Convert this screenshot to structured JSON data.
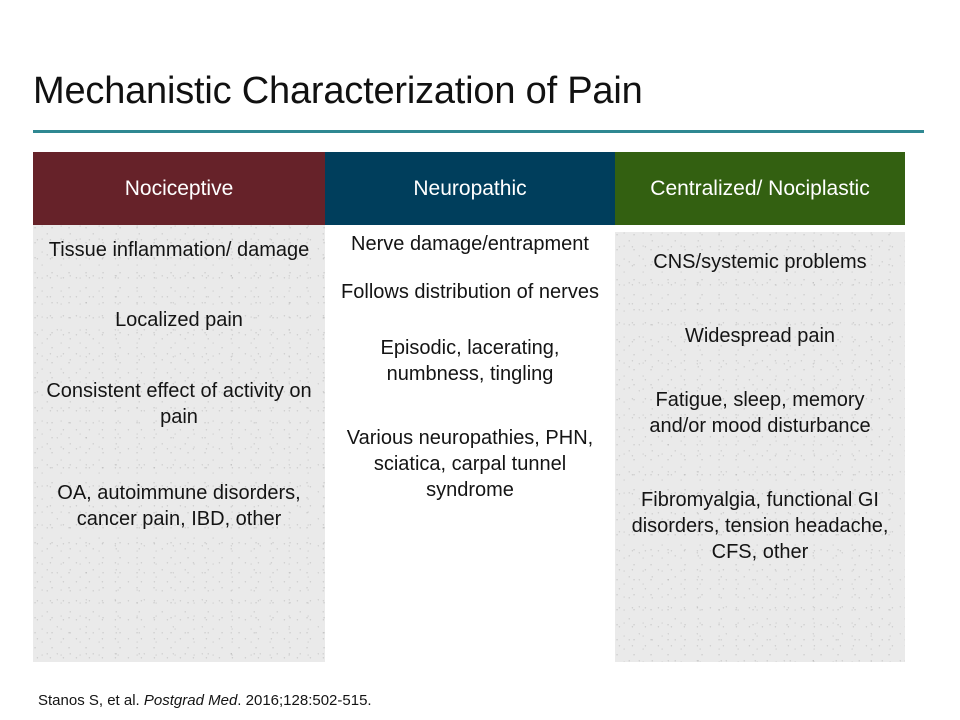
{
  "slide": {
    "title": "Mechanistic Characterization of Pain",
    "rule_color": "#2f8892",
    "background": "#ffffff"
  },
  "table": {
    "columns": [
      {
        "header": "Nociceptive",
        "header_color": "#662229",
        "body_color": "#eaeaea",
        "cells": [
          "Tissue inflammation/ damage",
          "Localized pain",
          "Consistent effect of activity on pain",
          "OA, autoimmune disorders, cancer pain, IBD, other"
        ]
      },
      {
        "header": "Neuropathic",
        "header_color": "#003e5c",
        "body_color": "#ffffff",
        "cells": [
          "Nerve damage/entrapment",
          "Follows distribution of nerves",
          "Episodic, lacerating, numbness, tingling",
          "Various neuropathies, PHN, sciatica, carpal tunnel syndrome"
        ]
      },
      {
        "header": "Centralized/ Nociplastic",
        "header_color": "#336011",
        "body_color": "#eaeaea",
        "cells": [
          "CNS/systemic problems",
          "Widespread pain",
          "Fatigue, sleep, memory and/or mood disturbance",
          "Fibromyalgia, functional GI disorders, tension headache, CFS, other"
        ]
      }
    ]
  },
  "citation": {
    "authors": "Stanos S, et al. ",
    "journal": "Postgrad Med",
    "rest": ". 2016;128:502-515."
  }
}
